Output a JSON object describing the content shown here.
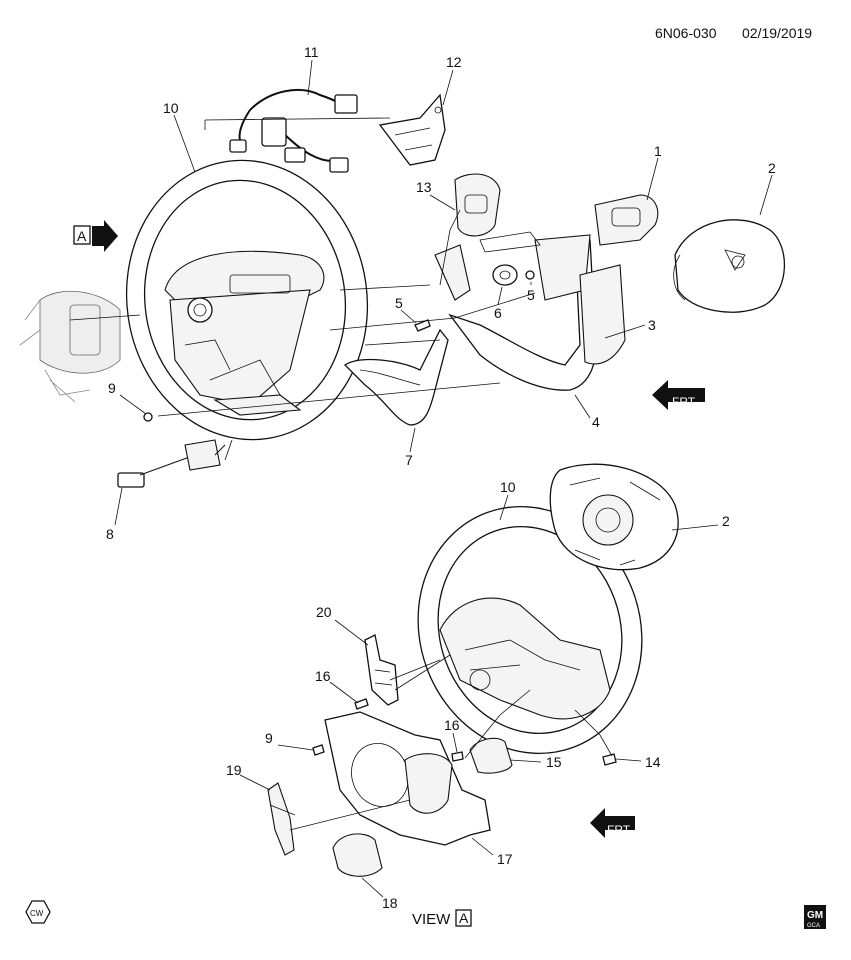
{
  "header": {
    "doc_id": "6N06-030",
    "date": "02/19/2019"
  },
  "view_marker": "A",
  "view_label": "VIEW",
  "frt_label": "FRT",
  "cw_label": "CW",
  "gm_logo": {
    "top": "GM",
    "bottom": "GCA"
  },
  "callouts": {
    "c1": "1",
    "c2a": "2",
    "c3": "3",
    "c4": "4",
    "c5a": "5",
    "c5b": "5",
    "c6": "6",
    "c7": "7",
    "c8": "8",
    "c9a": "9",
    "c10a": "10",
    "c11": "11",
    "c12": "12",
    "c13": "13",
    "c10b": "10",
    "c2b": "2",
    "c20": "20",
    "c16a": "16",
    "c16b": "16",
    "c9b": "9",
    "c14": "14",
    "c15": "15",
    "c19": "19",
    "c17": "17",
    "c18": "18"
  }
}
